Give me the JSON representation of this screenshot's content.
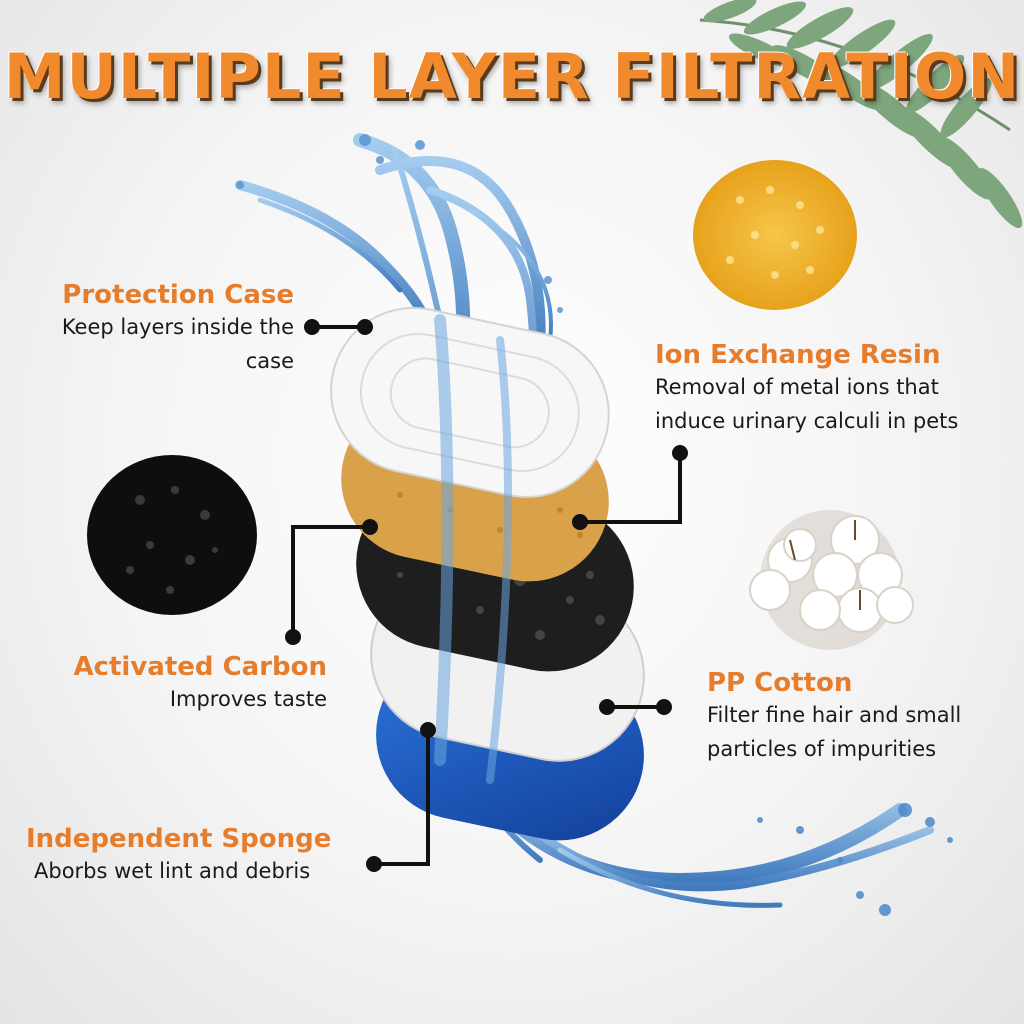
{
  "title": "MULTIPLE LAYER FILTRATION",
  "layers": [
    {
      "name": "Protection Case",
      "description": "Keep layers inside the case"
    },
    {
      "name": "Ion Exchange Resin",
      "description": "Removal of metal ions that induce urinary calculi in pets"
    },
    {
      "name": "Activated Carbon",
      "description": "Improves taste"
    },
    {
      "name": "PP Cotton",
      "description": "Filter fine hair and small particles of impurities"
    },
    {
      "name": "Independent Sponge",
      "description": "Aborbs wet lint and debris"
    }
  ],
  "colors": {
    "title": "#f08a2c",
    "heading": "#e57d2c",
    "water": "#3f7fc4",
    "sponge": "#1f5fc9",
    "carbon": "#1a1a1a",
    "resin": "#d9a24a"
  },
  "icons": [
    "water-splash-icon",
    "fern-leaf-icon",
    "resin-beads-icon",
    "carbon-granules-icon",
    "cotton-flowers-icon"
  ]
}
